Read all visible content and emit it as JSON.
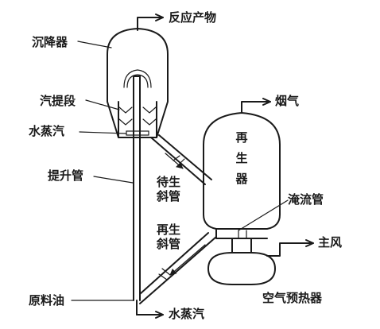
{
  "labels": {
    "reaction_product": "反应产物",
    "settler": "沉降器",
    "stripping_section": "汽提段",
    "steam_top": "水蒸汽",
    "riser": "提升管",
    "spent_line_1": "待生",
    "spent_line_2": "斜管",
    "regen_line_1": "再生",
    "regen_line_2": "斜管",
    "regenerator_1": "再",
    "regenerator_2": "生",
    "regenerator_3": "器",
    "flue_gas": "烟气",
    "overflow_pipe": "淹流管",
    "main_air": "主风",
    "air_preheater": "空气预热器",
    "feed_oil": "原料油",
    "steam_bottom": "水蒸汽"
  },
  "colors": {
    "ink": "#1a1a1a",
    "background": "#ffffff"
  },
  "icons": [
    "arrow-right-icon",
    "flow-arrow-icon"
  ]
}
